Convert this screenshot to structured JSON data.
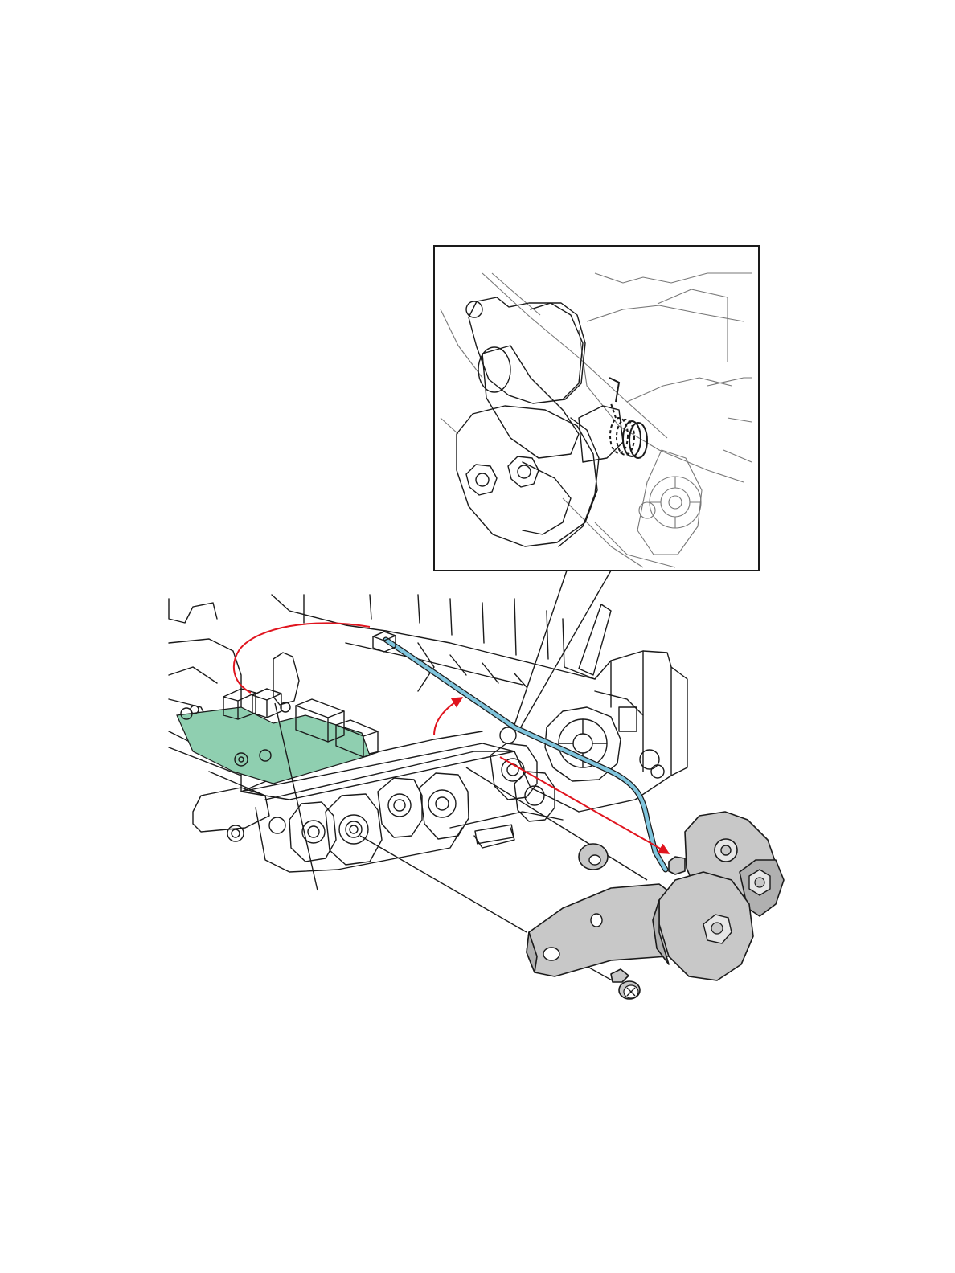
{
  "figure": {
    "colors": {
      "background": "#ffffff",
      "line_art": "#1a1a1a",
      "line_faint": "#777777",
      "harness_cable": "#7fc4dc",
      "circuit_board": "#8fcfb0",
      "arrow": "#e0141e",
      "part_fill": "#c8c8c8",
      "part_shade": "#b0b0b0",
      "connector_gray": "#b5b5b5",
      "connector_white": "#ffffff"
    },
    "icons": {
      "motion_arrow": "red-arrow",
      "screw": "phillips-screw",
      "washer": "flat-washer",
      "spring": "torsion-spring",
      "connector": "wire-connector"
    }
  }
}
